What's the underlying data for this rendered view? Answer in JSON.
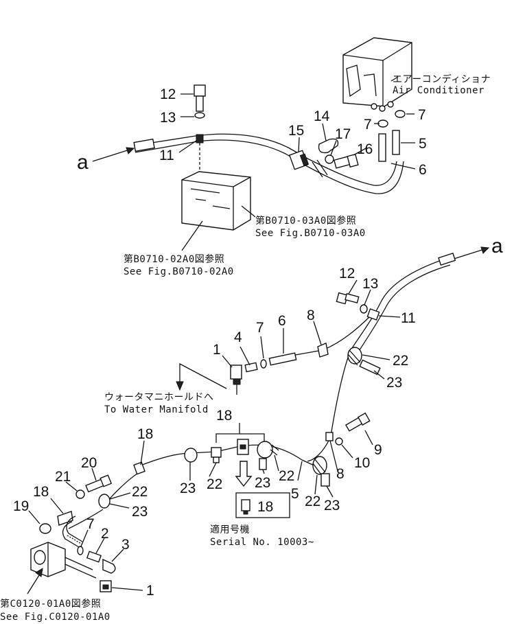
{
  "labels": {
    "a_top": "a",
    "a_right": "a",
    "air_conditioner_jp": "エアーコンディショナ",
    "air_conditioner_en": "Air Conditioner",
    "see_b0710_03a0_jp": "第B0710-03A0図参照",
    "see_b0710_03a0_en": "See Fig.B0710-03A0",
    "see_b0710_02a0_jp": "第B0710-02A0図参照",
    "see_b0710_02a0_en": "See Fig.B0710-02A0",
    "water_manifold_jp": "ウォータマニホールドへ",
    "water_manifold_en": "To Water Manifold",
    "serial_jp": "適用号機",
    "serial_en": "Serial No. 10003~",
    "see_c0120_01a0_jp": "第C0120-01A0図参照",
    "see_c0120_01a0_en": "See Fig.C0120-01A0"
  },
  "callouts": {
    "top_12": "12",
    "top_13": "13",
    "top_11": "11",
    "top_14": "14",
    "top_15": "15",
    "top_17": "17",
    "top_16": "16",
    "top_7a": "7",
    "top_7b": "7",
    "top_5": "5",
    "top_6": "6",
    "mid_12": "12",
    "mid_13": "13",
    "mid_11": "11",
    "mid_1": "1",
    "mid_4": "4",
    "mid_7": "7",
    "mid_6": "6",
    "mid_8": "8",
    "mid_22": "22",
    "mid_23": "23",
    "mid_9": "9",
    "mid_10": "10",
    "mid_8b": "8",
    "mid_18a": "18",
    "mid_18b": "18",
    "mid_23a": "23",
    "mid_22a": "22",
    "mid_23b": "23",
    "mid_22b": "22",
    "mid_5": "5",
    "mid_22c": "22",
    "mid_23c": "23",
    "box_18": "18",
    "low_20": "20",
    "low_21": "21",
    "low_18": "18",
    "low_19": "19",
    "low_22": "22",
    "low_23": "23",
    "low_7": "7",
    "low_2": "2",
    "low_3": "3",
    "low_1": "1"
  }
}
